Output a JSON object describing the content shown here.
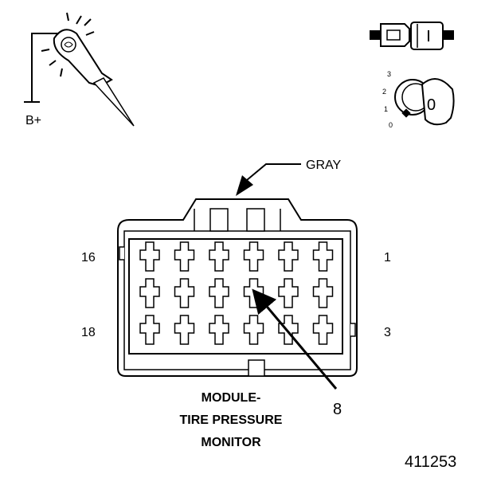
{
  "probe": {
    "label": "B+",
    "icon": "test-light-probe-icon"
  },
  "connector_icon": "connector-plug-icon",
  "ignition": {
    "icon": "ignition-key-icon",
    "positions": [
      "3",
      "2",
      "1",
      "0"
    ],
    "key_label": "0"
  },
  "connector": {
    "color_label": "GRAY",
    "pin_labels": {
      "top_left": "16",
      "top_right": "1",
      "bottom_left": "18",
      "bottom_right": "3"
    },
    "highlight_pin": "8",
    "rows": 3,
    "cols": 6
  },
  "module_title": [
    "MODULE-",
    "TIRE PRESSURE",
    "MONITOR"
  ],
  "figure_id": "411253"
}
